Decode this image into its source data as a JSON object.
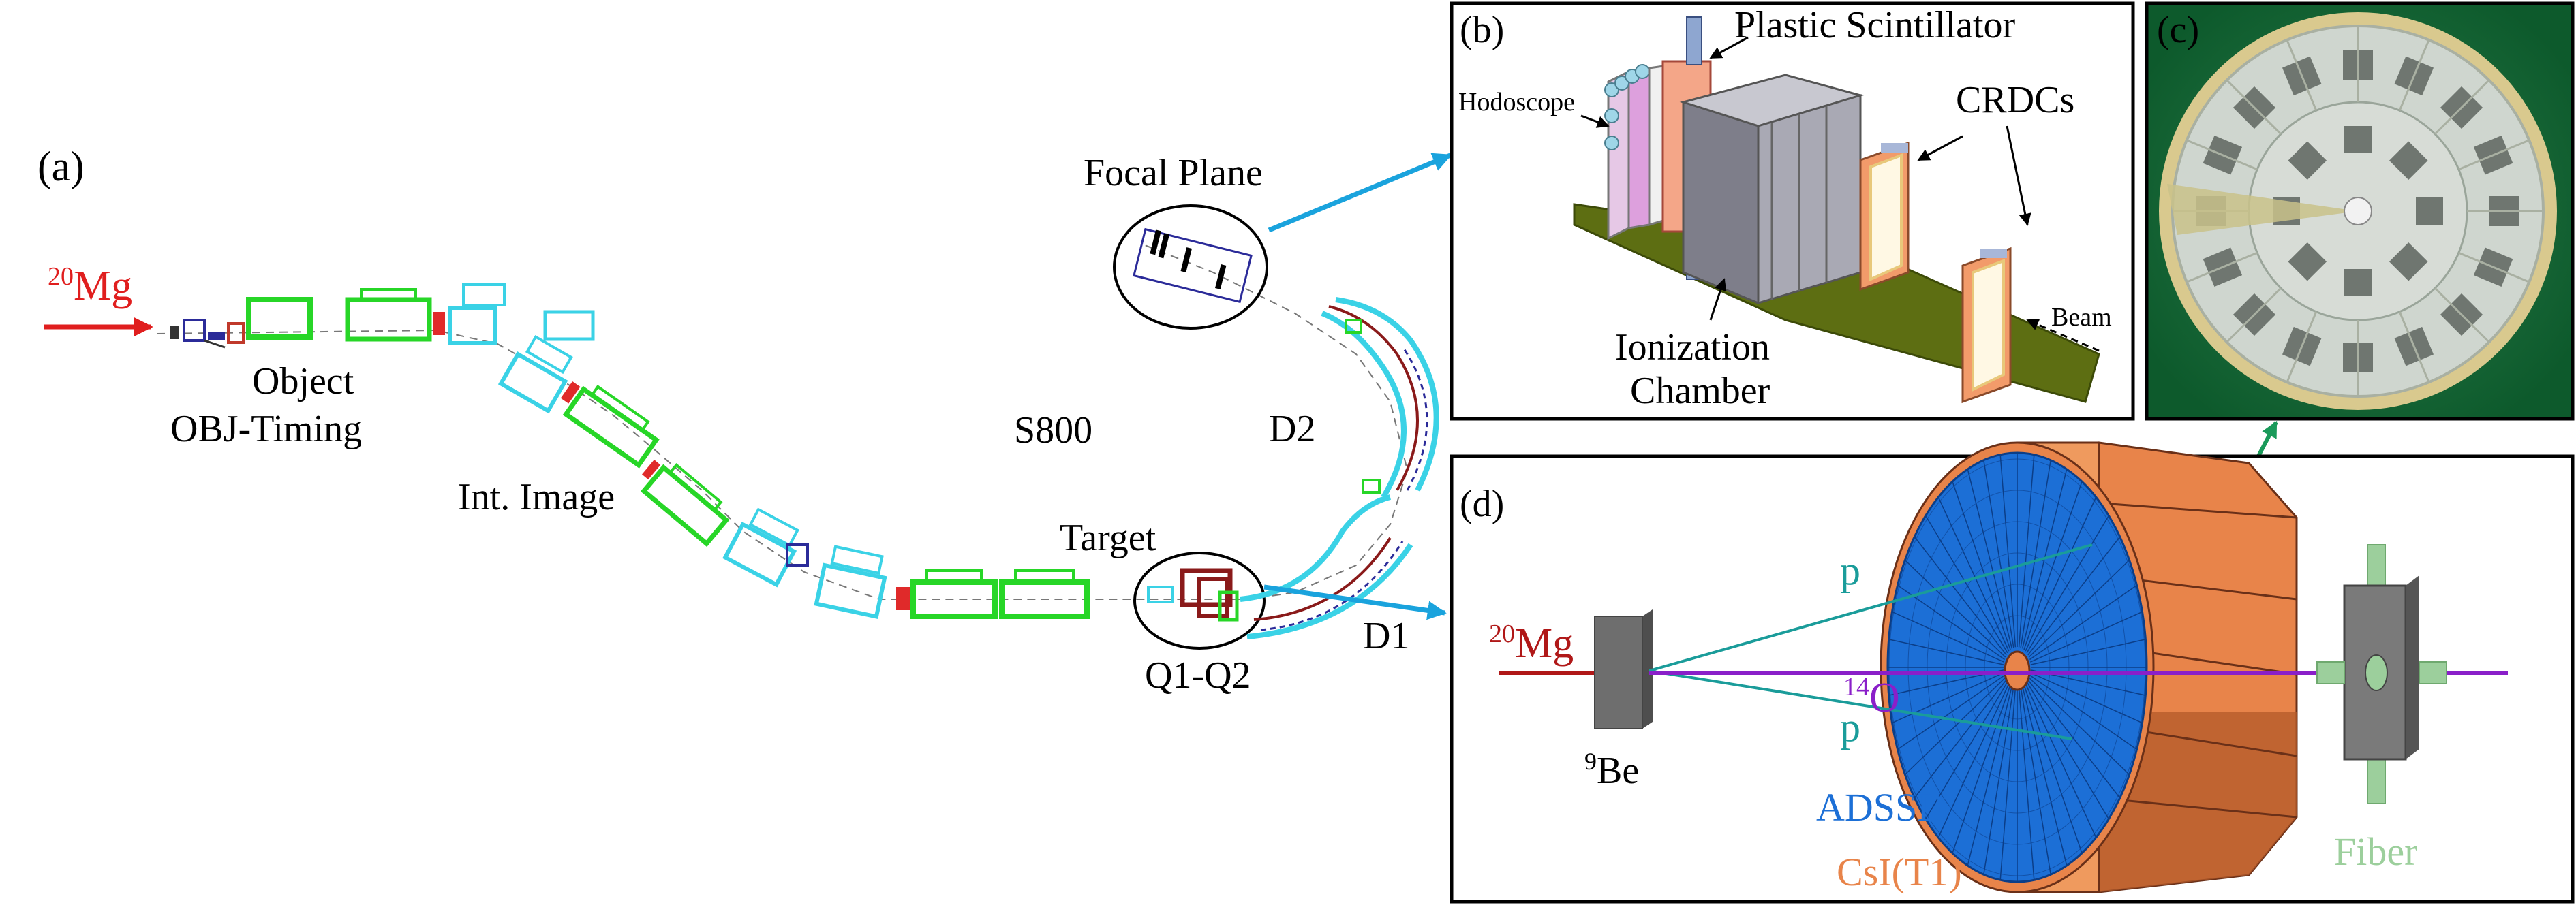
{
  "panel_a": {
    "letter": "(a)",
    "beam": {
      "mass": "20",
      "element": "Mg"
    },
    "labels": {
      "object": "Object",
      "obj_timing": "OBJ-Timing",
      "int_image": "Int. Image",
      "s800": "S800",
      "focal_plane": "Focal Plane",
      "target": "Target",
      "q1q2": "Q1-Q2",
      "d1": "D1",
      "d2": "D2"
    }
  },
  "panel_b": {
    "letter": "(b)",
    "labels": {
      "plastic_scintillator": "Plastic Scintillator",
      "hodoscope": "Hodoscope",
      "crdcs": "CRDCs",
      "ionization": "Ionization",
      "chamber": "Chamber",
      "beam": "Beam"
    }
  },
  "panel_c": {
    "letter": "(c)"
  },
  "panel_d": {
    "letter": "(d)",
    "beam": {
      "mass": "20",
      "element": "Mg"
    },
    "labels": {
      "p_top": "p",
      "p_bottom": "p",
      "o14_mass": "14",
      "o14_element": "O",
      "be_mass": "9",
      "be_element": "Be",
      "adssd": "ADSSD",
      "csi": "CsI(T1)",
      "fiber": "Fiber"
    }
  },
  "colors": {
    "beam_red": "#e01e1e",
    "arrow_blue": "#1aa3dd",
    "arrow_green": "#1a9a5a",
    "proton_teal": "#1a9c9a",
    "oxygen_purple": "#8a1fc9",
    "adssd_blue": "#1c6fd6",
    "csi_orange": "#e8844a",
    "fiber_green": "#9ccf9c",
    "magnet_green": "#27d627",
    "dipole_cyan": "#3ad2e6",
    "pcb_green": "#0f6b35"
  }
}
